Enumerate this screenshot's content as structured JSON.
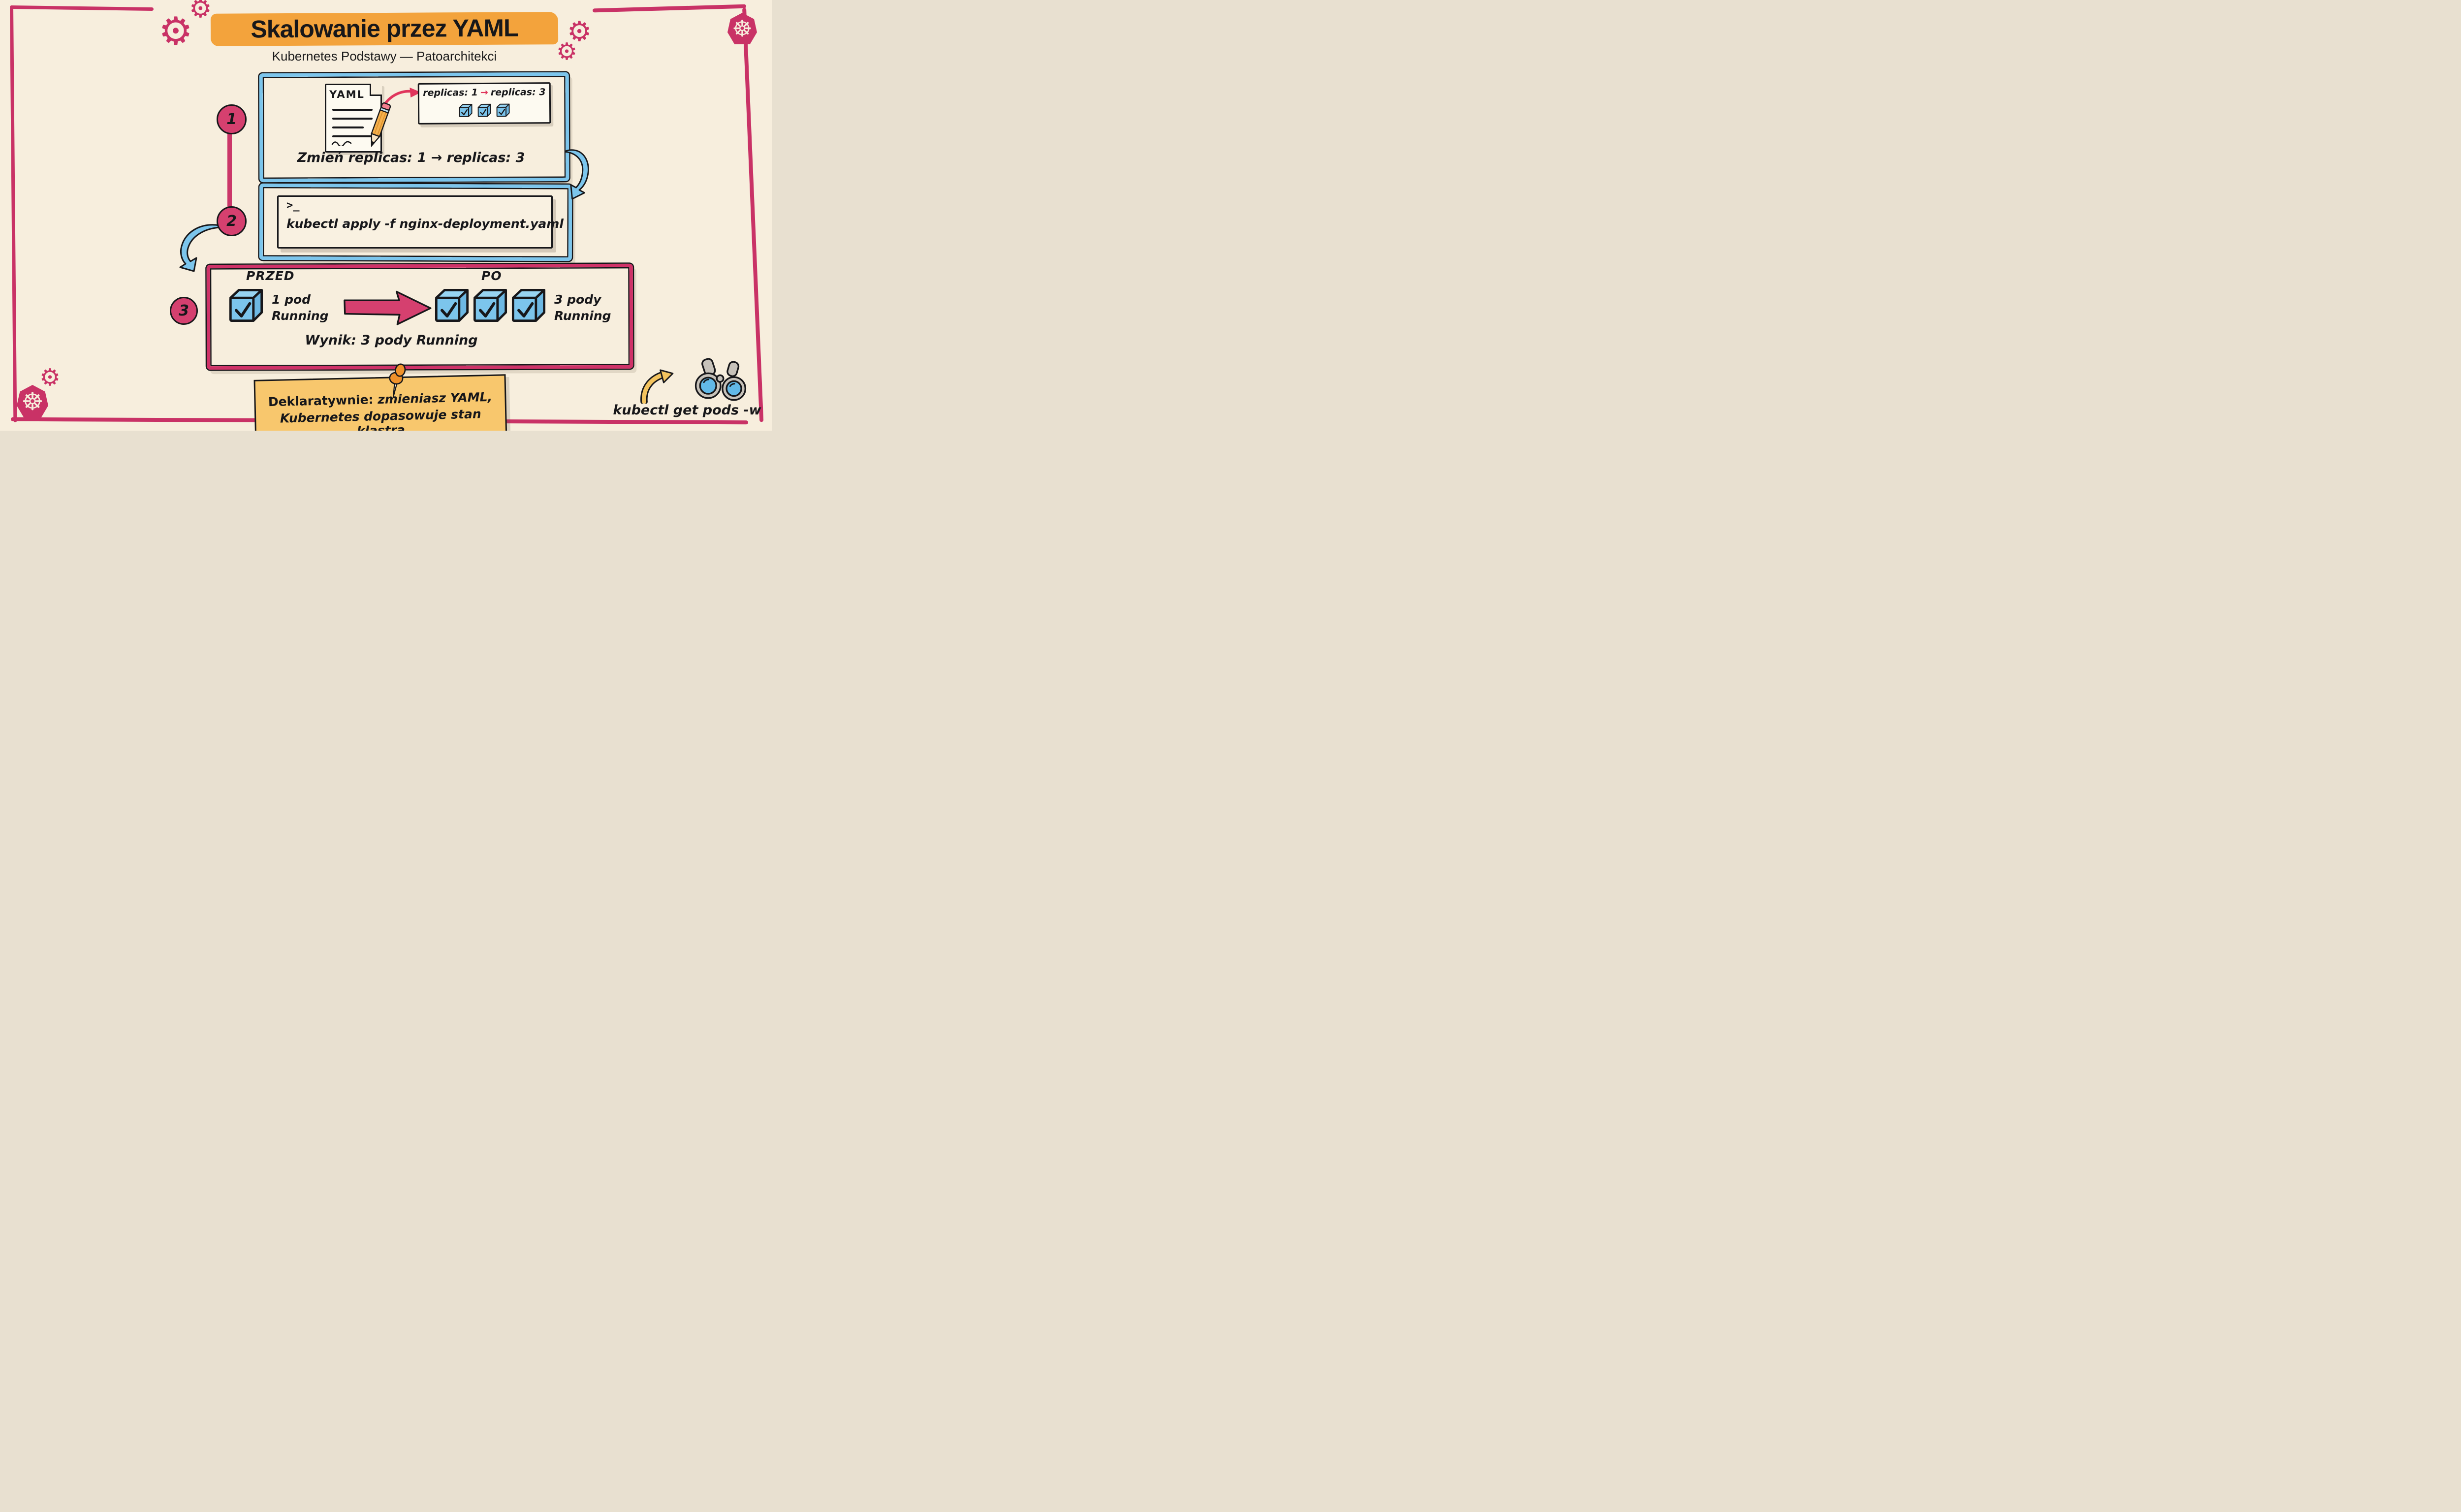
{
  "canvas": {
    "background": "#f7eedd",
    "frame_color": "#c93266",
    "accent_pink": "#d5406f",
    "accent_blue": "#7cc5ec",
    "accent_orange": "#f3a33c",
    "note_yellow": "#f8c76d",
    "arrow_red": "#e0355c"
  },
  "header": {
    "title": "Skalowanie przez YAML",
    "subtitle": "Kubernetes Podstawy — Patoarchitekci"
  },
  "step_badges": {
    "one": "1",
    "two": "2",
    "three": "3"
  },
  "step1": {
    "doc_label": "YAML",
    "callout_before": "replicas: 1",
    "callout_arrow": "→",
    "callout_after": "replicas: 3",
    "callout_pod_count": 3,
    "caption": "Zmień replicas: 1 → replicas: 3"
  },
  "step2": {
    "prompt": ">_",
    "command": "kubectl apply -f nginx-deployment.yaml"
  },
  "step3": {
    "before_label": "PRZED",
    "after_label": "PO",
    "before_count_line": "1 pod",
    "before_status_line": "Running",
    "after_count_line": "3 pody",
    "after_status_line": "Running",
    "before_pods": 1,
    "after_pods": 3,
    "result": "Wynik: 3 pody Running"
  },
  "note": {
    "lead": "Deklaratywnie:",
    "line1_rest": " zmieniasz YAML,",
    "line2": "Kubernetes dopasowuje stan klastra"
  },
  "watch": {
    "command": "kubectl get pods -w"
  },
  "icons": {
    "gear": "⚙",
    "kubernetes_wheel": "☸"
  }
}
